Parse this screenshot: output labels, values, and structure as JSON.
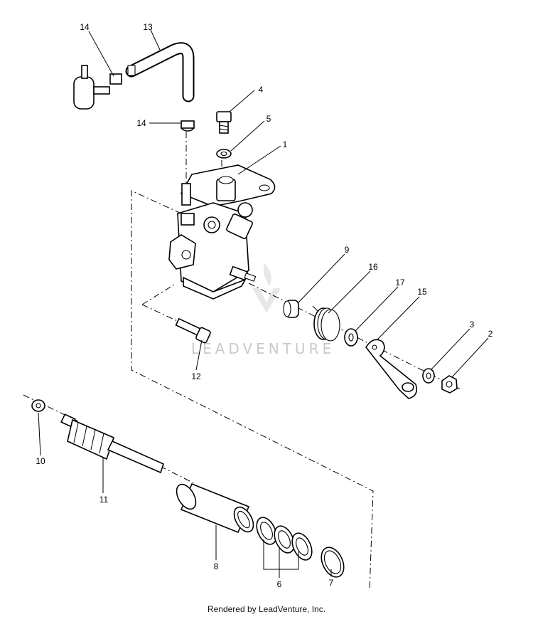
{
  "diagram": {
    "callouts": [
      "14",
      "13",
      "4",
      "5",
      "1",
      "14",
      "9",
      "16",
      "17",
      "15",
      "3",
      "2",
      "12",
      "10",
      "11",
      "8",
      "6",
      "7"
    ],
    "watermark": "LEADVENTURE",
    "footer": "Rendered by LeadVenture, Inc."
  }
}
